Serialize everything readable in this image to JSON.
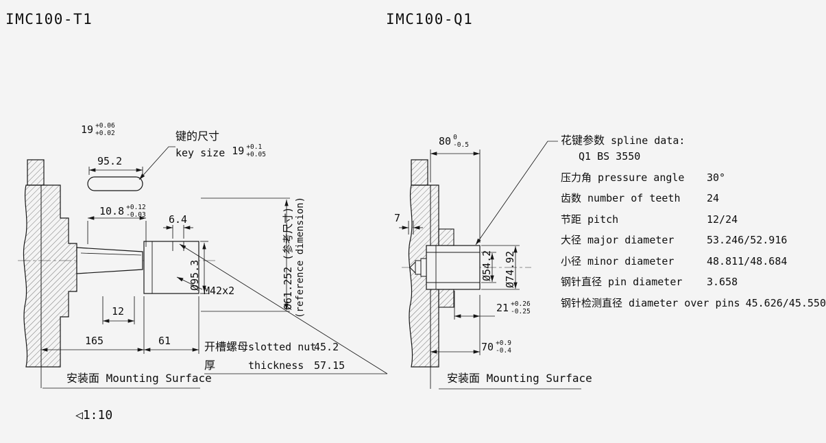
{
  "page": {
    "bg": "#f4f4f4",
    "ink": "#161616"
  },
  "t1": {
    "title": "IMC100-T1",
    "key_width": {
      "val": "19",
      "sup": "+0.06",
      "sub": "+0.02"
    },
    "key_length": "95.2",
    "key_note_cn": "键的尺寸",
    "key_note_en": "key size",
    "key_size": {
      "val": "19",
      "sup": "+0.1",
      "sub": "+0.05"
    },
    "keyway_depth": {
      "val": "10.8",
      "sup": "+0.12",
      "sub": "-0.03"
    },
    "slot_width": "6.4",
    "nut_dia": "Ø95.3",
    "ref_dia": "Ø61.252 (参考尺寸)",
    "ref_dia_en": "(reference dimension)",
    "thread": "M42x2",
    "dim_12": "12",
    "dim_165": "165",
    "dim_61": "61",
    "nut_rows": [
      {
        "cn": "开槽螺母",
        "en": "slotted nut",
        "val": "45.2"
      },
      {
        "cn": "厚",
        "en": "thickness",
        "val": "57.15"
      }
    ],
    "mounting": "安装面 Mounting Surface",
    "taper": "◁1:10"
  },
  "q1": {
    "title": "IMC100-Q1",
    "dim_80": {
      "val": "80",
      "sup": "0",
      "sub": "-0.5"
    },
    "dim_7": "7",
    "dia_inner": "Ø54.2",
    "dia_outer": "Ø74.92",
    "dim_21": {
      "val": "21",
      "sup": "+0.26",
      "sub": "-0.25"
    },
    "dim_70": {
      "val": "70",
      "sup": "+0.9",
      "sub": "-0.4"
    },
    "mounting": "安装面 Mounting Surface",
    "spline": {
      "header_cn": "花键参数",
      "header_en": "spline data:",
      "standard": "Q1 BS 3550",
      "rows": [
        {
          "label": "压力角 pressure angle",
          "value": "30°"
        },
        {
          "label": "齿数 number of teeth",
          "value": "24"
        },
        {
          "label": "节距 pitch",
          "value": "12/24"
        },
        {
          "label": "大径 major diameter",
          "value": "53.246/52.916"
        },
        {
          "label": "小径 minor diameter",
          "value": "48.811/48.684"
        },
        {
          "label": "钢针直径 pin diameter",
          "value": "3.658"
        },
        {
          "label": "钢针检测直径 diameter over pins",
          "value": "45.626/45.550"
        }
      ]
    }
  }
}
